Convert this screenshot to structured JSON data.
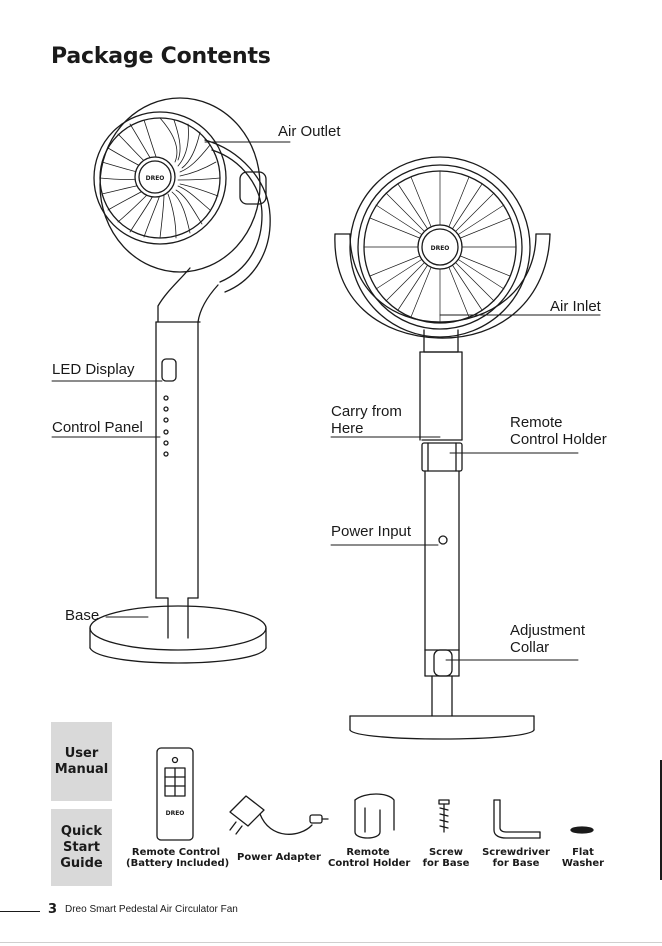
{
  "page": {
    "title": "Package Contents",
    "page_number": "3",
    "footer": "Dreo Smart Pedestal Air Circulator Fan"
  },
  "front_view": {
    "callouts": {
      "air_outlet": "Air Outlet",
      "led_display": "LED Display",
      "control_panel": "Control Panel",
      "base": "Base"
    },
    "brand_badge": "DREO"
  },
  "rear_view": {
    "callouts": {
      "air_inlet": "Air Inlet",
      "carry_from_here": [
        "Carry from",
        "Here"
      ],
      "remote_control_holder": [
        "Remote",
        "Control Holder"
      ],
      "power_input": "Power Input",
      "adjustment_collar": [
        "Adjustment",
        "Collar"
      ]
    },
    "brand_badge": "DREO"
  },
  "documents": [
    {
      "lines": [
        "User",
        "Manual"
      ]
    },
    {
      "lines": [
        "Quick",
        "Start",
        "Guide"
      ]
    }
  ],
  "items": [
    {
      "lines": [
        "Remote Control",
        "(Battery Included)"
      ],
      "icon": "remote-control-icon"
    },
    {
      "lines": [
        "Power Adapter"
      ],
      "icon": "power-adapter-icon"
    },
    {
      "lines": [
        "Remote",
        "Control Holder"
      ],
      "icon": "remote-holder-icon"
    },
    {
      "lines": [
        "Screw",
        "for Base"
      ],
      "icon": "screw-icon"
    },
    {
      "lines": [
        "Screwdriver",
        "for Base"
      ],
      "icon": "screwdriver-icon"
    },
    {
      "lines": [
        "Flat",
        "Washer"
      ],
      "icon": "flat-washer-icon"
    }
  ],
  "remote_badge": "DREO"
}
